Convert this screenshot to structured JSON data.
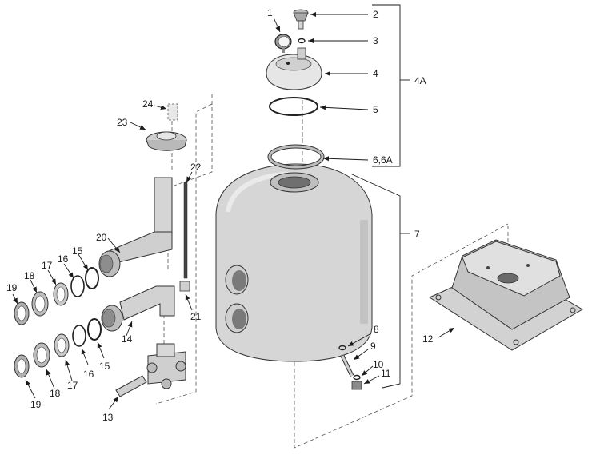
{
  "colors": {
    "part_fill": "#d9d9d9",
    "part_light": "#ececec",
    "part_dark": "#9a9a9a",
    "line": "#333333",
    "background": "#ffffff"
  },
  "callouts": {
    "c1": "1",
    "c2": "2",
    "c3": "3",
    "c4": "4",
    "c5": "5",
    "c6": "6,6A",
    "c7": "7",
    "c8": "8",
    "c9": "9",
    "c10": "10",
    "c11": "11",
    "c12": "12",
    "c13": "13",
    "c14": "14",
    "c15a": "15",
    "c15b": "15",
    "c16a": "16",
    "c16b": "16",
    "c17a": "17",
    "c17b": "17",
    "c18a": "18",
    "c18b": "18",
    "c19a": "19",
    "c19b": "19",
    "c20": "20",
    "c21": "21",
    "c22": "22",
    "c23": "23",
    "c24": "24",
    "assembly": "4A"
  }
}
